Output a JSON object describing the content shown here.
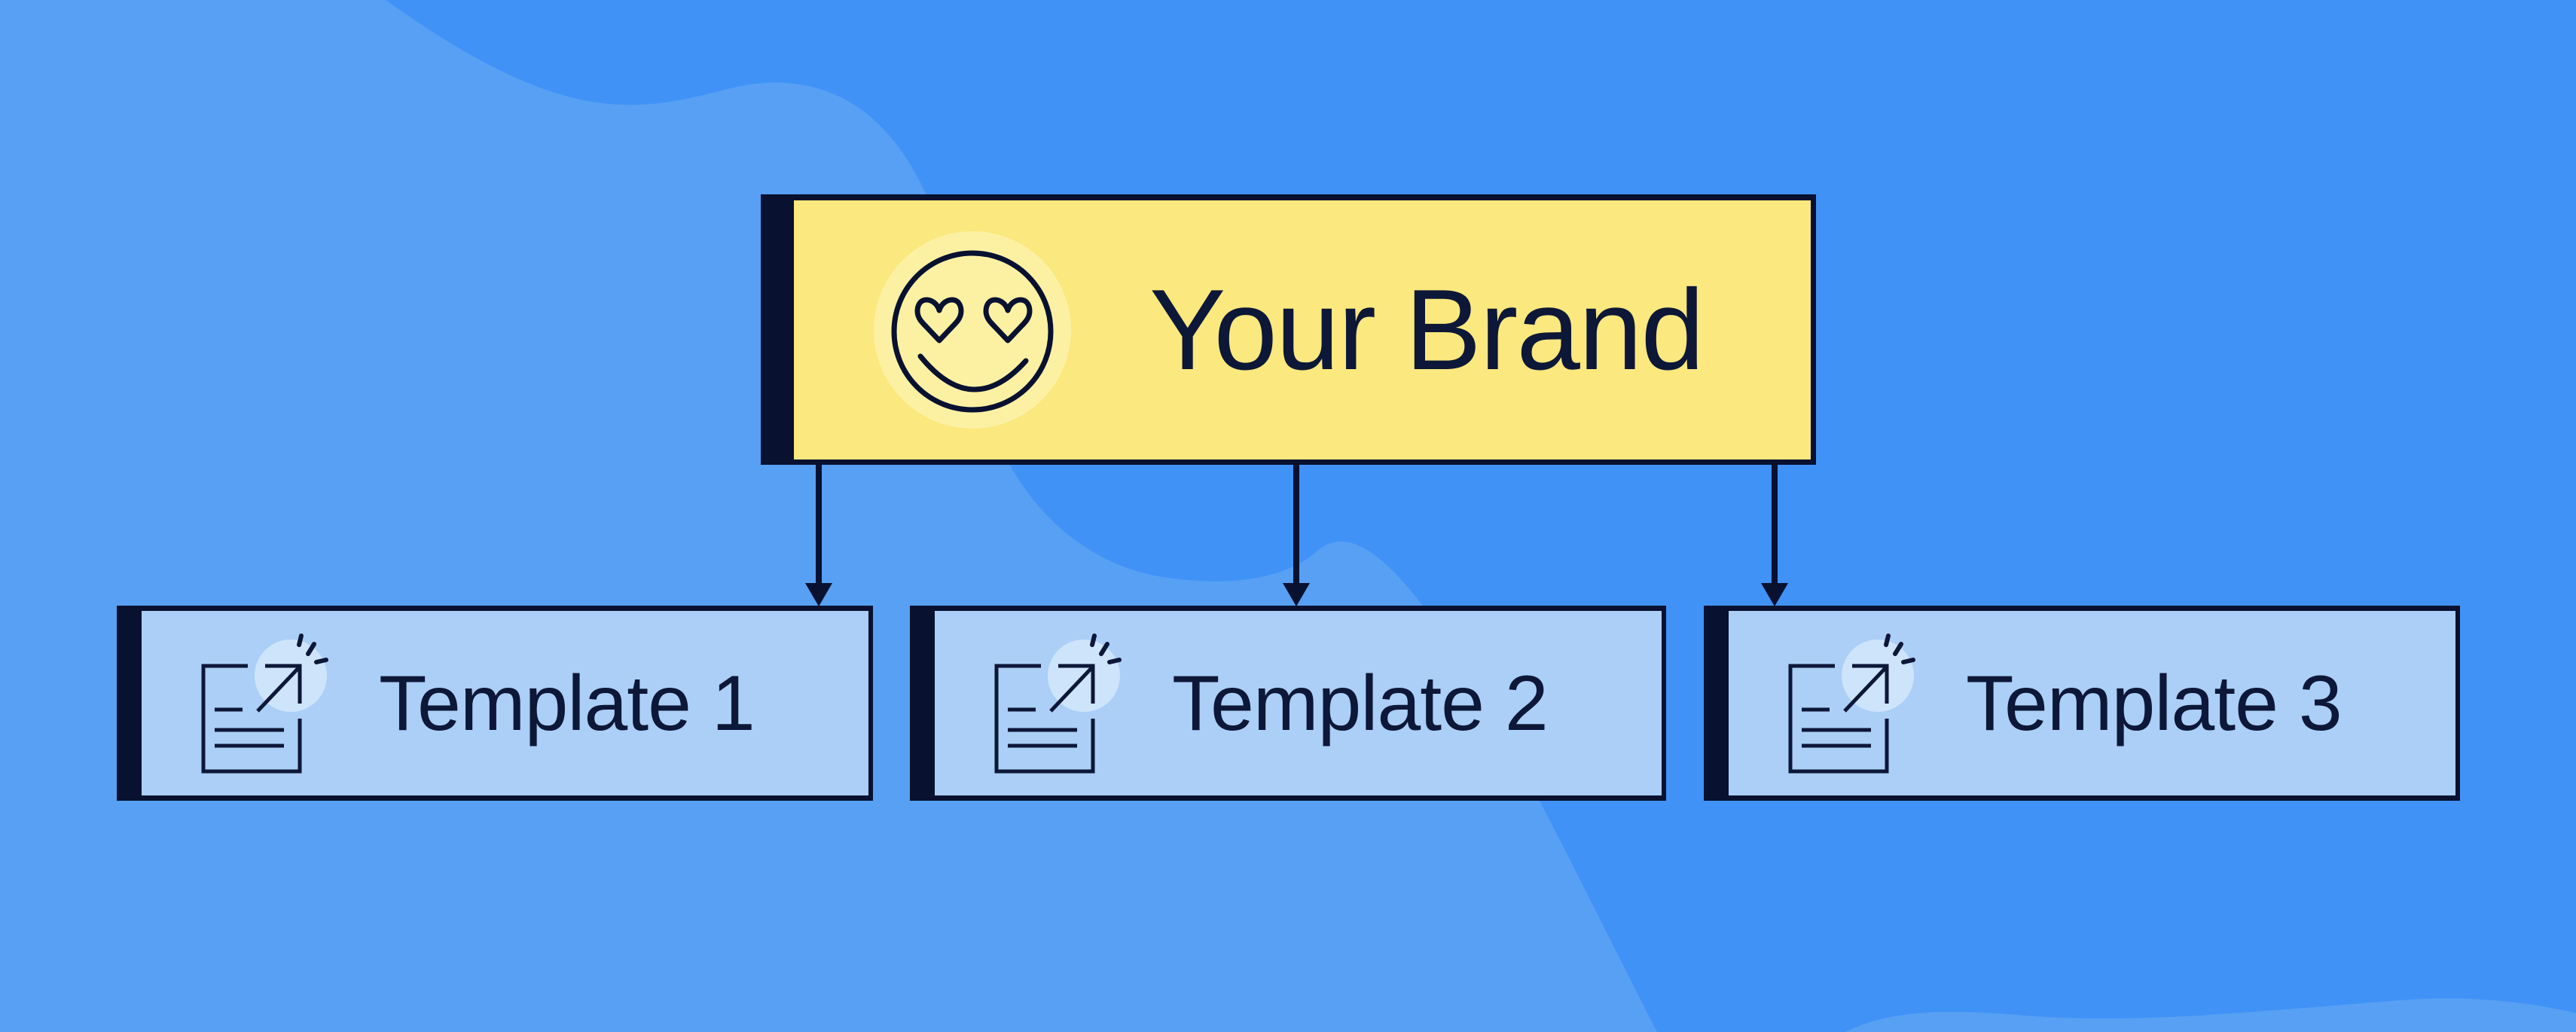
{
  "diagram": {
    "root": {
      "label": "Your Brand",
      "icon": "smiley-heart-eyes"
    },
    "children": [
      {
        "label": "Template 1",
        "icon": "document-arrow"
      },
      {
        "label": "Template 2",
        "icon": "document-arrow"
      },
      {
        "label": "Template 3",
        "icon": "document-arrow"
      }
    ],
    "connections": [
      {
        "from": "Your Brand",
        "to": "Template 1"
      },
      {
        "from": "Your Brand",
        "to": "Template 2"
      },
      {
        "from": "Your Brand",
        "to": "Template 3"
      }
    ]
  },
  "colors": {
    "background_base": "#4192F7",
    "background_blob": "#57A0F3",
    "outline_navy": "#081130",
    "root_fill": "#FBE87E",
    "root_halo": "#FCF1A3",
    "child_fill": "#ABCFF6",
    "child_halo": "#CEE4FB",
    "text": "#0D1737"
  }
}
